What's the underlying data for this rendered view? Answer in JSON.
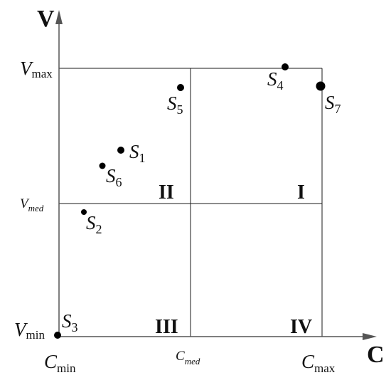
{
  "axes": {
    "y_axis_letter": "V",
    "x_axis_letter": "C",
    "v_max": {
      "main": "V",
      "sub": "max"
    },
    "v_med": {
      "main": "V",
      "sub": "med"
    },
    "v_min": {
      "main": "V",
      "sub": "min"
    },
    "c_min": {
      "main": "C",
      "sub": "min"
    },
    "c_med": {
      "main": "C",
      "sub": "med"
    },
    "c_max": {
      "main": "C",
      "sub": "max"
    }
  },
  "quadrants": {
    "q1": "I",
    "q2": "II",
    "q3": "III",
    "q4": "IV"
  },
  "points": [
    {
      "id": "s1",
      "main": "S",
      "sub": "1"
    },
    {
      "id": "s2",
      "main": "S",
      "sub": "2"
    },
    {
      "id": "s3",
      "main": "S",
      "sub": "3"
    },
    {
      "id": "s4",
      "main": "S",
      "sub": "4"
    },
    {
      "id": "s5",
      "main": "S",
      "sub": "5"
    },
    {
      "id": "s6",
      "main": "S",
      "sub": "6"
    },
    {
      "id": "s7",
      "main": "S",
      "sub": "7"
    }
  ],
  "colors": {
    "line": "#1a1a1a",
    "axis": "#555555",
    "dot": "#000000"
  }
}
